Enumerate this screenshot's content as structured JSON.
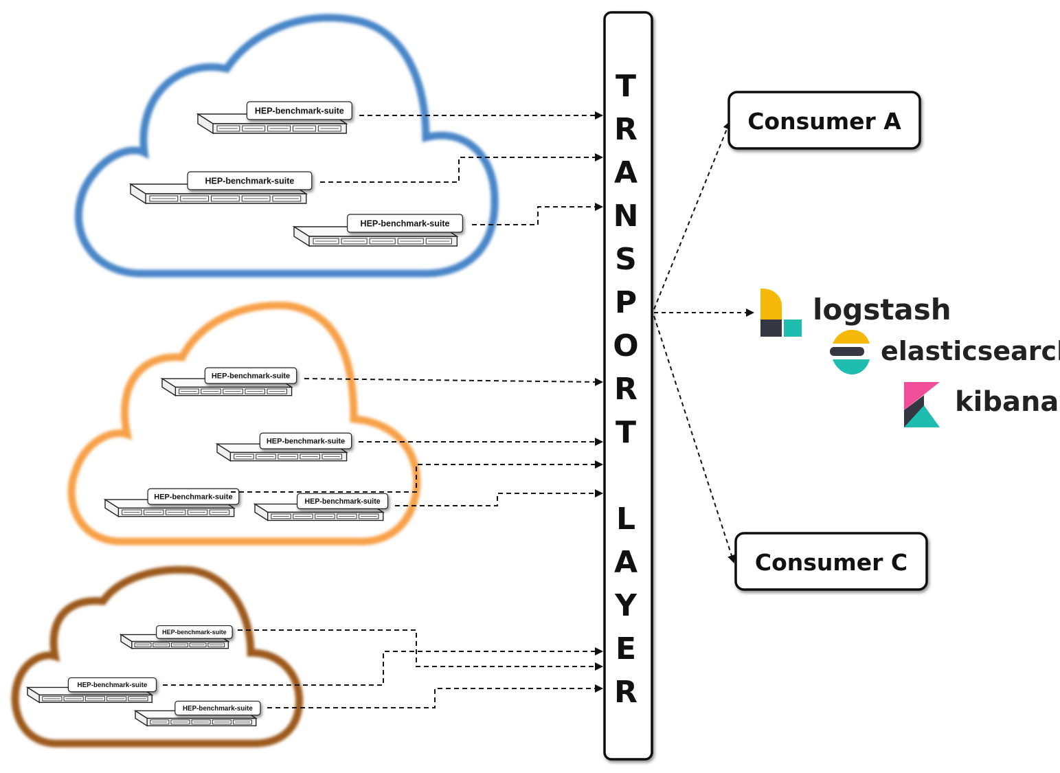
{
  "transport_layer": {
    "letters": [
      "T",
      "R",
      "A",
      "N",
      "S",
      "P",
      "O",
      "R",
      "T",
      "",
      "L",
      "A",
      "Y",
      "E",
      "R"
    ]
  },
  "clouds": [
    {
      "name": "blue",
      "color": "#4a86c8",
      "servers": [
        {
          "label": "HEP-benchmark-suite"
        },
        {
          "label": "HEP-benchmark-suite"
        },
        {
          "label": "HEP-benchmark-suite"
        }
      ]
    },
    {
      "name": "orange",
      "color": "#f7a14a",
      "servers": [
        {
          "label": "HEP-benchmark-suite"
        },
        {
          "label": "HEP-benchmark-suite"
        },
        {
          "label": "HEP-benchmark-suite"
        },
        {
          "label": "HEP-benchmark-suite"
        }
      ]
    },
    {
      "name": "brown",
      "color": "#9c5a1c",
      "servers": [
        {
          "label": "HEP-benchmark-suite"
        },
        {
          "label": "HEP-benchmark-suite"
        },
        {
          "label": "HEP-benchmark-suite"
        }
      ]
    }
  ],
  "consumers": {
    "a": "Consumer A",
    "c": "Consumer C"
  },
  "elastic_stack": {
    "logstash": "logstash",
    "elasticsearch": "elasticsearch",
    "kibana": "kibana"
  },
  "colors": {
    "logstash_yellow": "#f5b90a",
    "logstash_teal": "#1fbcb0",
    "elastic_yellow": "#f5b90a",
    "elastic_dark": "#343741",
    "elastic_teal": "#1fbcb0",
    "kibana_pink": "#f04e98",
    "kibana_dark": "#343741",
    "kibana_teal": "#1fbcb0"
  }
}
